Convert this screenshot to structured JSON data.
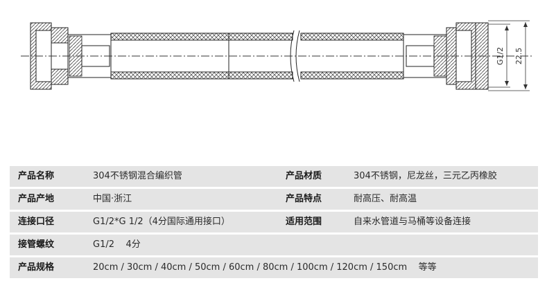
{
  "drawing": {
    "dim_thread": "G1/2",
    "dim_outer": "22.5"
  },
  "specs": [
    {
      "label": "产品名称",
      "value": "304不锈钢混合编织管",
      "label2": "产品材质",
      "value2": "304不锈钢，尼龙丝，三元乙丙橡胶"
    },
    {
      "label": "产品产地",
      "value": "中国·浙江",
      "label2": "产品特点",
      "value2": "耐高压、耐高温"
    },
    {
      "label": "连接口径",
      "value": "G1/2*G 1/2（4分国际通用接口）",
      "label2": "适用范围",
      "value2": "自来水管道与马桶等设备连接"
    },
    {
      "label": "接管螺纹",
      "value": "G1/2    4分"
    },
    {
      "label": "产品规格",
      "value": "20cm / 30cm / 40cm / 50cm / 60cm / 80cm / 100cm / 120cm / 150cm    等等"
    }
  ]
}
